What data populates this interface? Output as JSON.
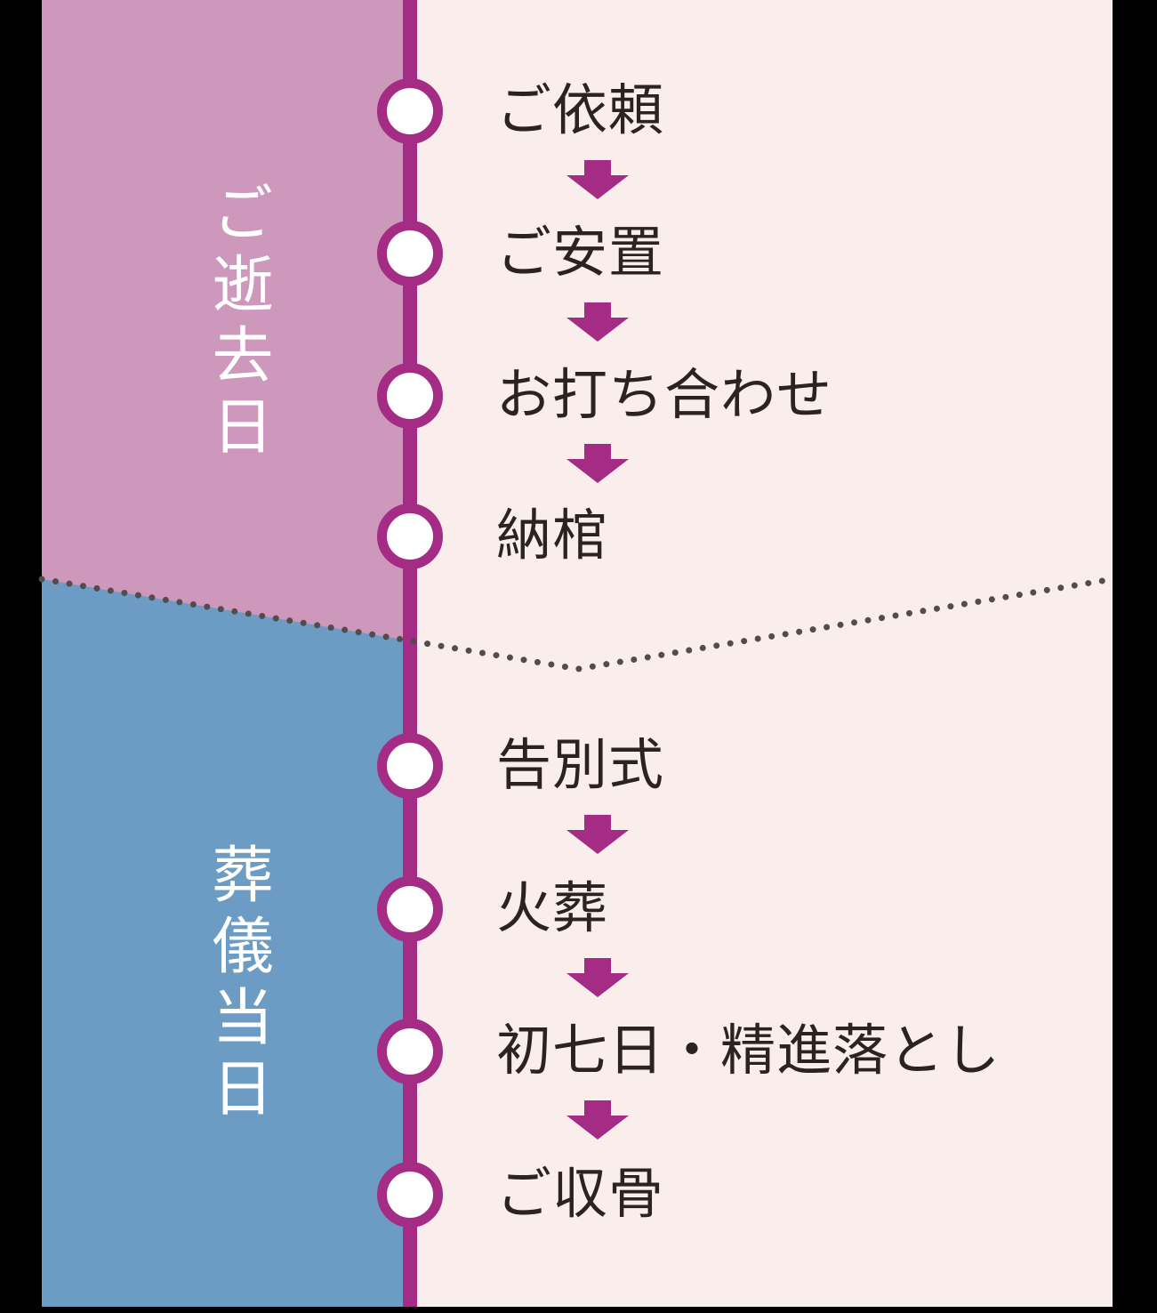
{
  "figure": {
    "type": "vertical-flow-timeline",
    "colors": {
      "frame": "#000000",
      "background": "#faeeec",
      "timeline": "#a52c85",
      "node_fill": "#ffffff",
      "arrow": "#a52c85",
      "divider_dots": "#524c4b",
      "step_text": "#2b2321",
      "phase_passing_panel": "#cd98bc",
      "phase_funeral_panel": "#6c9cc3",
      "phase_label_text": "#ffffff"
    },
    "phases": [
      {
        "id": "day-of-passing",
        "label": "ご逝去日"
      },
      {
        "id": "funeral-day",
        "label": "葬儀当日"
      }
    ],
    "steps": [
      {
        "label": "ご依頼",
        "phase": "ご逝去日"
      },
      {
        "label": "ご安置",
        "phase": "ご逝去日"
      },
      {
        "label": "お打ち合わせ",
        "phase": "ご逝去日"
      },
      {
        "label": "納棺",
        "phase": "ご逝去日"
      },
      {
        "label": "告別式",
        "phase": "葬儀当日"
      },
      {
        "label": "火葬",
        "phase": "葬儀当日"
      },
      {
        "label": "初七日・精進落とし",
        "phase": "葬儀当日"
      },
      {
        "label": "ご収骨",
        "phase": "葬儀当日"
      }
    ],
    "connector": "down-arrow",
    "divider_style": "dotted-diagonal"
  }
}
